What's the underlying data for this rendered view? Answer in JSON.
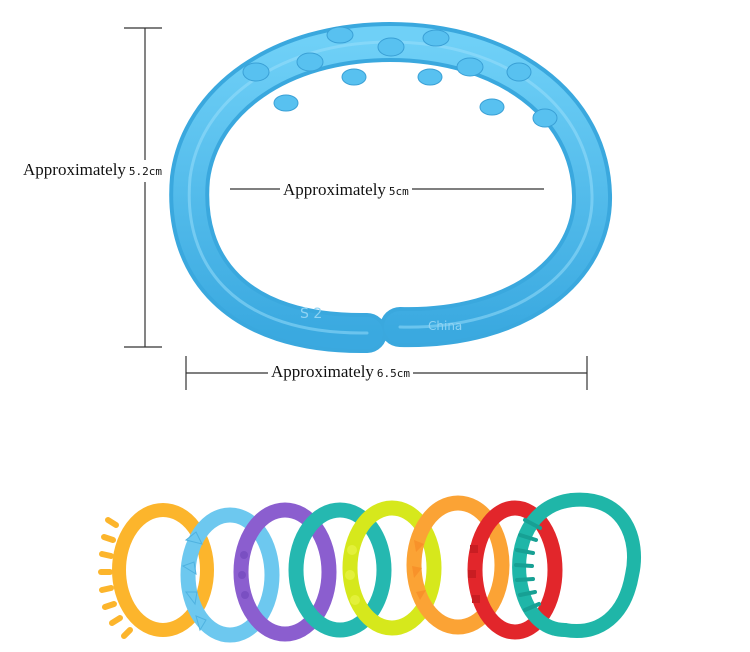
{
  "dimensions": {
    "height": {
      "word": "Approximately",
      "value": "5.2cm"
    },
    "inner": {
      "word": "Approximately",
      "value": "5cm"
    },
    "width": {
      "word": "Approximately",
      "value": "6.5cm"
    }
  },
  "ring_embossing": {
    "left": "S  2",
    "right": "China"
  },
  "colors": {
    "main_ring": "#4ab8eb",
    "rings": [
      "#fcb52c",
      "#6dc8ef",
      "#8b5ecf",
      "#25b8b0",
      "#d6e81c",
      "#fba335",
      "#e2262b",
      "#1fb6a8"
    ]
  },
  "icons": [
    "main-ring",
    "ring-set"
  ]
}
